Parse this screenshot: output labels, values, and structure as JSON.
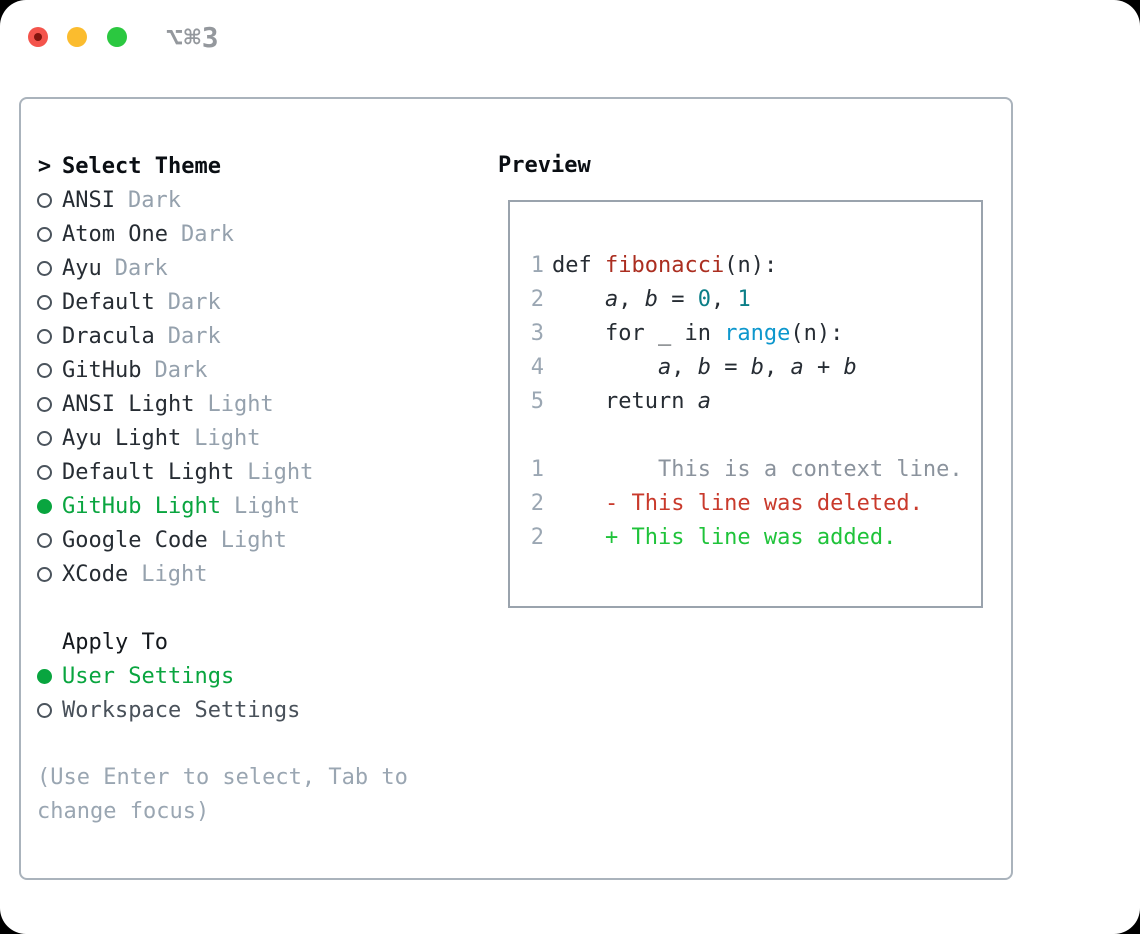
{
  "window": {
    "title_shortcut": "⌥⌘3"
  },
  "theme_picker": {
    "prompt": ">",
    "title": "Select Theme",
    "themes": [
      {
        "name": "ANSI",
        "variant": "Dark",
        "selected": false
      },
      {
        "name": "Atom One",
        "variant": "Dark",
        "selected": false
      },
      {
        "name": "Ayu",
        "variant": "Dark",
        "selected": false
      },
      {
        "name": "Default",
        "variant": "Dark",
        "selected": false
      },
      {
        "name": "Dracula",
        "variant": "Dark",
        "selected": false
      },
      {
        "name": "GitHub",
        "variant": "Dark",
        "selected": false
      },
      {
        "name": "ANSI Light",
        "variant": "Light",
        "selected": false
      },
      {
        "name": "Ayu Light",
        "variant": "Light",
        "selected": false
      },
      {
        "name": "Default Light",
        "variant": "Light",
        "selected": false
      },
      {
        "name": "GitHub Light",
        "variant": "Light",
        "selected": true
      },
      {
        "name": "Google Code",
        "variant": "Light",
        "selected": false
      },
      {
        "name": "XCode",
        "variant": "Light",
        "selected": false
      }
    ],
    "apply_to": {
      "title": "Apply To",
      "options": [
        {
          "label": "User Settings",
          "selected": true
        },
        {
          "label": "Workspace Settings",
          "selected": false
        }
      ]
    },
    "hint": "(Use Enter to select, Tab to change focus)"
  },
  "preview": {
    "title": "Preview",
    "lines": [
      {
        "n": "1",
        "tokens": [
          {
            "t": "def ",
            "c": "plain"
          },
          {
            "t": "fibonacci",
            "c": "func"
          },
          {
            "t": "(n):",
            "c": "plain"
          }
        ]
      },
      {
        "n": "2",
        "tokens": [
          {
            "t": "    ",
            "c": "plain"
          },
          {
            "t": "a",
            "c": "var"
          },
          {
            "t": ", ",
            "c": "plain"
          },
          {
            "t": "b",
            "c": "var"
          },
          {
            "t": " = ",
            "c": "plain"
          },
          {
            "t": "0",
            "c": "num"
          },
          {
            "t": ", ",
            "c": "plain"
          },
          {
            "t": "1",
            "c": "num"
          }
        ]
      },
      {
        "n": "3",
        "tokens": [
          {
            "t": "    for _ in ",
            "c": "plain"
          },
          {
            "t": "range",
            "c": "builtin"
          },
          {
            "t": "(n):",
            "c": "plain"
          }
        ]
      },
      {
        "n": "4",
        "tokens": [
          {
            "t": "        ",
            "c": "plain"
          },
          {
            "t": "a",
            "c": "var"
          },
          {
            "t": ", ",
            "c": "plain"
          },
          {
            "t": "b",
            "c": "var"
          },
          {
            "t": " = ",
            "c": "plain"
          },
          {
            "t": "b",
            "c": "var"
          },
          {
            "t": ", ",
            "c": "plain"
          },
          {
            "t": "a",
            "c": "var"
          },
          {
            "t": " + ",
            "c": "plain"
          },
          {
            "t": "b",
            "c": "var"
          }
        ]
      },
      {
        "n": "5",
        "tokens": [
          {
            "t": "    return ",
            "c": "plain"
          },
          {
            "t": "a",
            "c": "var"
          }
        ]
      },
      {
        "n": "",
        "tokens": []
      },
      {
        "n": "1",
        "tokens": [
          {
            "t": "        This is a context line.",
            "c": "context"
          }
        ]
      },
      {
        "n": "2",
        "tokens": [
          {
            "t": "    - This line was deleted.",
            "c": "deleted"
          }
        ]
      },
      {
        "n": "2",
        "tokens": [
          {
            "t": "    + This line was added.",
            "c": "added"
          }
        ]
      }
    ]
  },
  "colors": {
    "selected_green": "#09a53f",
    "diff_added_green": "#1fc33a",
    "diff_deleted_red": "#c93a2c",
    "function_red": "#ab2e20",
    "number_teal": "#0b7e87",
    "builtin_blue": "#0d97cd",
    "muted_gray": "#95a1ad",
    "panel_border": "#aab3bc",
    "traffic_red": "#f4544c",
    "traffic_yellow": "#fbbc2e",
    "traffic_green": "#2bc840"
  }
}
